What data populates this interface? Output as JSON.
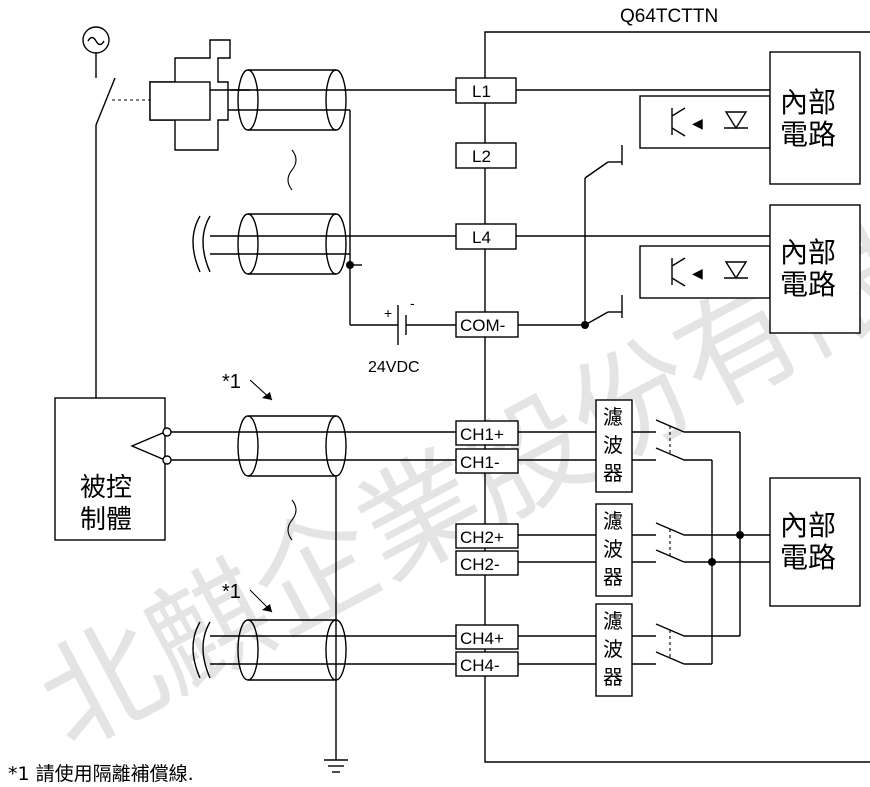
{
  "module_title": "Q64TCTTN",
  "terminals": {
    "l1": "L1",
    "l2": "L2",
    "l4": "L4",
    "com": "COM-",
    "ch1p": "CH1+",
    "ch1m": "CH1-",
    "ch2p": "CH2+",
    "ch2m": "CH2-",
    "ch4p": "CH4+",
    "ch4m": "CH4-"
  },
  "internal_circuit": [
    "內部",
    "電路"
  ],
  "filter": [
    "濾",
    "波",
    "器"
  ],
  "controlled_object": [
    "被控",
    "制體"
  ],
  "power": {
    "voltage": "24VDC",
    "plus": "+",
    "minus": "-"
  },
  "marker": "*1",
  "footnote": "*1 請使用隔離補償線.",
  "watermark": "北麒企業股份有限公司"
}
